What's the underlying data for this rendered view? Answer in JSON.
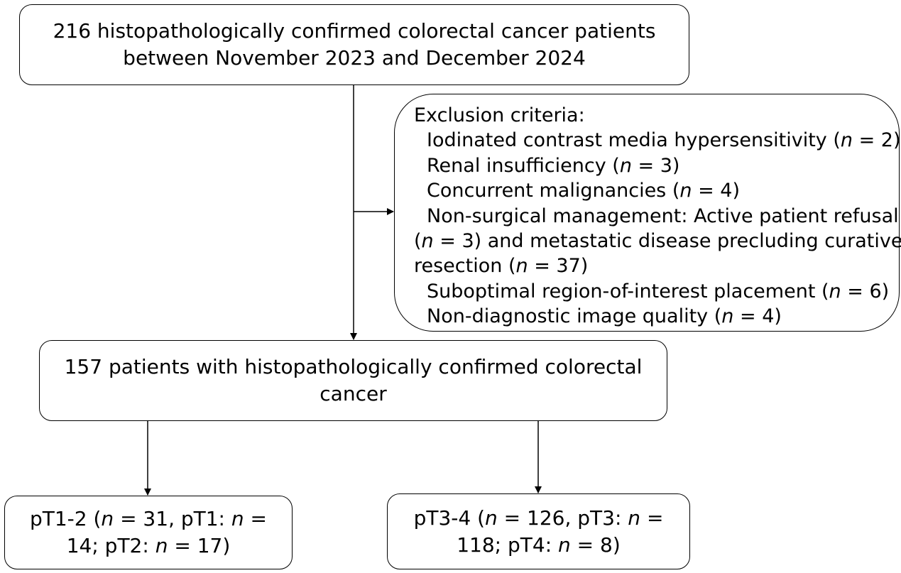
{
  "top_box": {
    "line1": "216 histopathologically confirmed colorectal cancer patients",
    "line2": "between November 2023 and December 2024"
  },
  "exclusion": {
    "heading": "Exclusion criteria:",
    "items": [
      {
        "pre": "Iodinated contrast media hypersensitivity (",
        "n": "n",
        "post": " = 2)"
      },
      {
        "pre": "Renal insufficiency (",
        "n": "n",
        "post": " = 3)"
      },
      {
        "pre": "Concurrent malignancies (",
        "n": "n",
        "post": " = 4)"
      },
      {
        "line1": "Non-surgical management: Active patient refusal",
        "line2_pre": "(",
        "line2_n": "n",
        "line2_post": " = 3) and metastatic disease precluding curative",
        "line3_pre": "resection (",
        "line3_n": "n",
        "line3_post": " = 37)"
      },
      {
        "pre": "Suboptimal region-of-interest placement (",
        "n": "n",
        "post": " = 6)"
      },
      {
        "pre": "Non-diagnostic image quality (",
        "n": "n",
        "post": " = 4)"
      }
    ]
  },
  "mid_box": {
    "line1": "157 patients with histopathologically confirmed colorectal",
    "line2": "cancer"
  },
  "left_box": {
    "l1_pre": "pT1-2 (",
    "l1_n1": "n",
    "l1_mid": " = 31, pT1: ",
    "l1_n2": "n",
    "l1_post": " =",
    "l2_pre": "14; pT2: ",
    "l2_n": "n",
    "l2_post": " = 17)"
  },
  "right_box": {
    "l1_pre": "pT3-4 (",
    "l1_n1": "n",
    "l1_mid": " = 126, pT3: ",
    "l1_n2": "n",
    "l1_post": " =",
    "l2_pre": "118; pT4: ",
    "l2_n": "n",
    "l2_post": " = 8)"
  }
}
